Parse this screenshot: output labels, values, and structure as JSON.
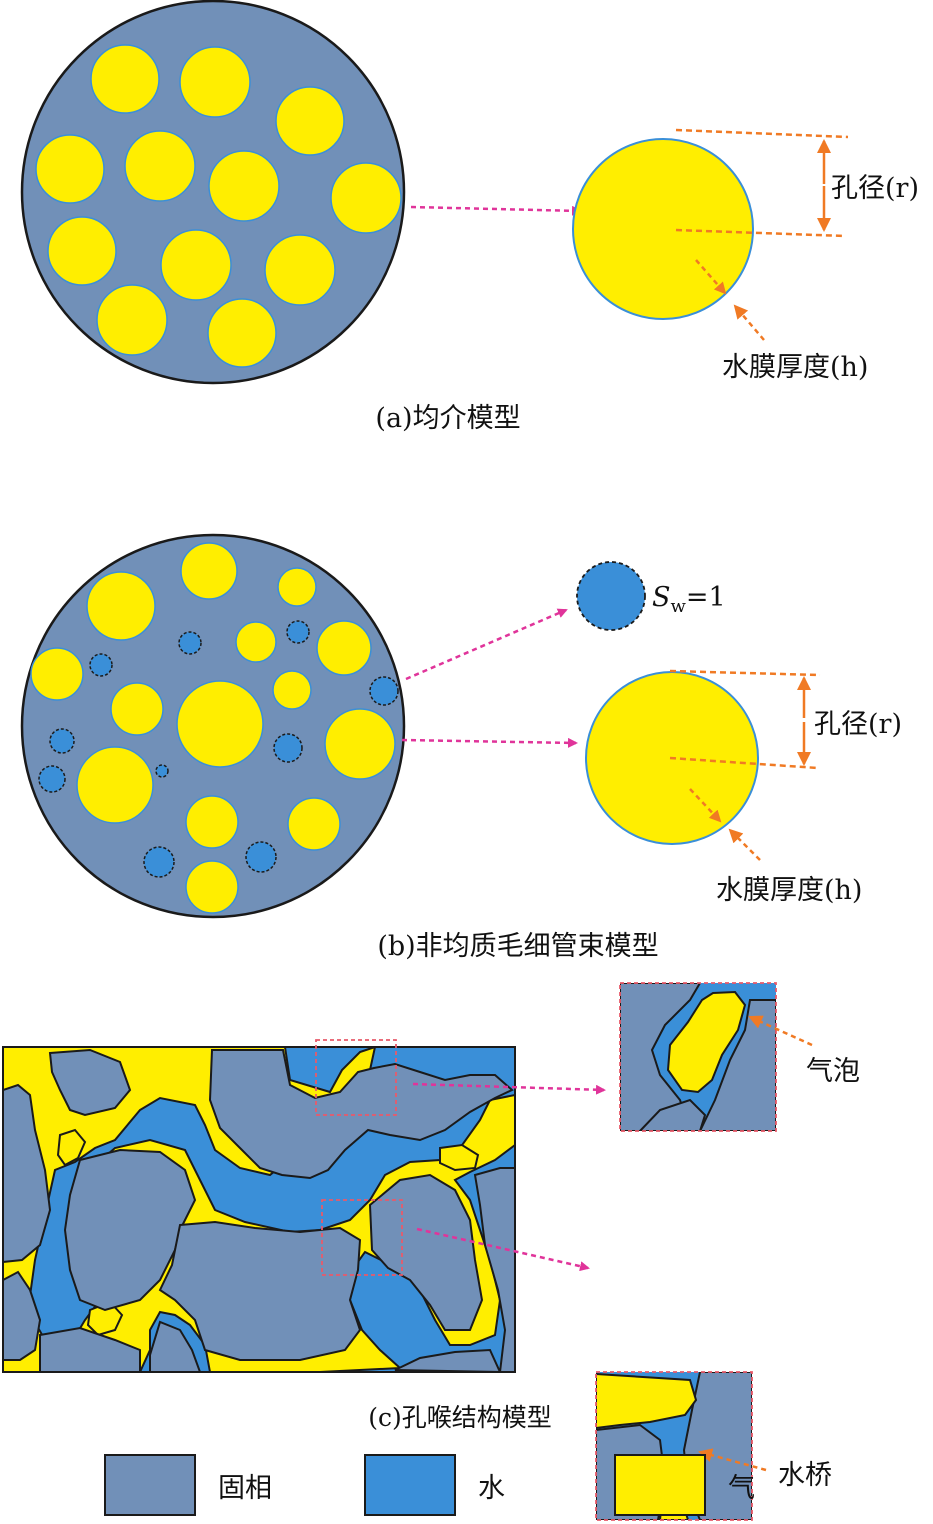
{
  "colors": {
    "solid": "#7190b8",
    "water": "#3a8fd8",
    "gas": "#ffee00",
    "outline": "#1a1a1a",
    "pointer_arrow": "#e0349a",
    "annotation": "#f07a24"
  },
  "panel_a": {
    "caption": "(a)均介模型",
    "pore_radius_label": "孔径(r)",
    "film_thickness_label": "水膜厚度(h)"
  },
  "panel_b": {
    "caption": "(b)非均质毛细管束模型",
    "saturation_label": "S",
    "saturation_sub": "w",
    "saturation_value": "=1",
    "pore_radius_label": "孔径(r)",
    "film_thickness_label": "水膜厚度(h)"
  },
  "panel_c": {
    "caption": "(c)孔喉结构模型",
    "bubble_label": "气泡",
    "bridge_label": "水桥"
  },
  "legend": [
    {
      "label": "固相",
      "color": "#7190b8"
    },
    {
      "label": "水",
      "color": "#3a8fd8"
    },
    {
      "label": "气",
      "color": "#ffee00"
    }
  ]
}
